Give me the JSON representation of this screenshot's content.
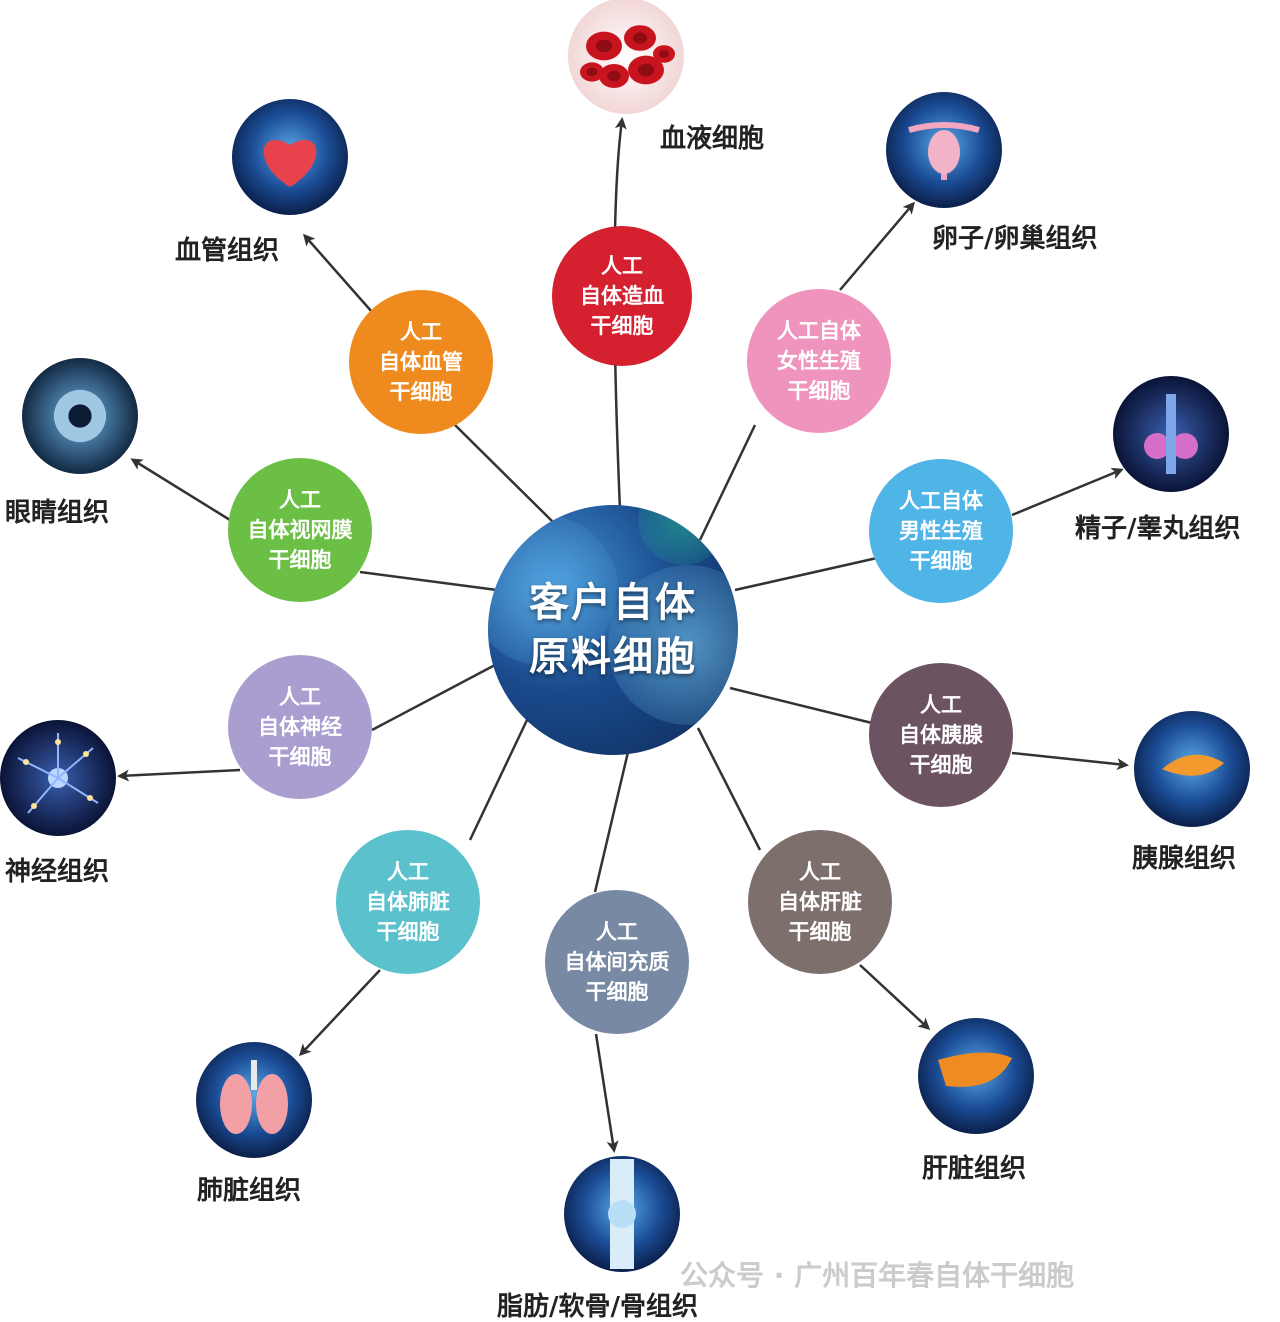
{
  "center": {
    "line1": "客户自体",
    "line2": "原料细胞"
  },
  "nodes": [
    {
      "id": "hematopoietic",
      "lines": [
        "人工",
        "自体造血",
        "干细胞"
      ],
      "color": "#d5202f",
      "tissue": "血液细胞",
      "icon": "red-blood-cells-icon"
    },
    {
      "id": "female-reproductive",
      "lines": [
        "人工自体",
        "女性生殖",
        "干细胞"
      ],
      "color": "#ef94bd",
      "tissue": "卵子/卵巢组织",
      "icon": "uterus-icon"
    },
    {
      "id": "male-reproductive",
      "lines": [
        "人工自体",
        "男性生殖",
        "干细胞"
      ],
      "color": "#4fb5e6",
      "tissue": "精子/睾丸组织",
      "icon": "testis-icon"
    },
    {
      "id": "pancreas",
      "lines": [
        "人工",
        "自体胰腺",
        "干细胞"
      ],
      "color": "#6c5362",
      "tissue": "胰腺组织",
      "icon": "pancreas-icon"
    },
    {
      "id": "liver",
      "lines": [
        "人工",
        "自体肝脏",
        "干细胞"
      ],
      "color": "#7d6f6b",
      "tissue": "肝脏组织",
      "icon": "liver-icon"
    },
    {
      "id": "mesenchymal",
      "lines": [
        "人工",
        "自体间充质",
        "干细胞"
      ],
      "color": "#7789a3",
      "tissue": "脂肪/软骨/骨组织",
      "icon": "knee-joint-icon"
    },
    {
      "id": "lung",
      "lines": [
        "人工",
        "自体肺脏",
        "干细胞"
      ],
      "color": "#5bc2cd",
      "tissue": "肺脏组织",
      "icon": "lungs-icon"
    },
    {
      "id": "nerve",
      "lines": [
        "人工",
        "自体神经",
        "干细胞"
      ],
      "color": "#a99ecf",
      "tissue": "神经组织",
      "icon": "neuron-icon"
    },
    {
      "id": "retina",
      "lines": [
        "人工",
        "自体视网膜",
        "干细胞"
      ],
      "color": "#6cbf45",
      "tissue": "眼睛组织",
      "icon": "eye-icon"
    },
    {
      "id": "vascular",
      "lines": [
        "人工",
        "自体血管",
        "干细胞"
      ],
      "color": "#ef8a1f",
      "tissue": "血管组织",
      "icon": "heart-icon"
    }
  ],
  "watermark": "公众号 · 广州百年春自体干细胞"
}
